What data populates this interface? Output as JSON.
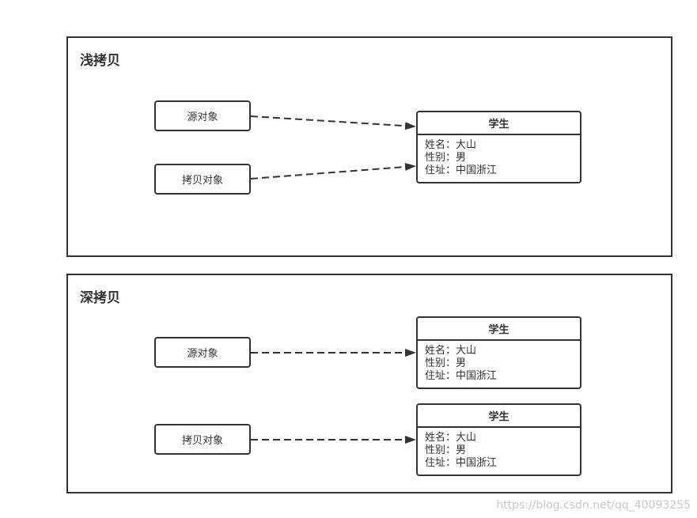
{
  "shallow": {
    "title": "浅拷贝",
    "source_label": "源对象",
    "copy_label": "拷贝对象",
    "student": {
      "name": "学生",
      "attrs": [
        "姓名：大山",
        "性别：男",
        "住址：中国浙江"
      ]
    }
  },
  "deep": {
    "title": "深拷贝",
    "source_label": "源对象",
    "copy_label": "拷贝对象",
    "student_source": {
      "name": "学生",
      "attrs": [
        "姓名：大山",
        "性别：男",
        "住址：中国浙江"
      ]
    },
    "student_copy": {
      "name": "学生",
      "attrs": [
        "姓名：大山",
        "性别：男",
        "住址：中国浙江"
      ]
    }
  },
  "watermark": "https://blog.csdn.net/qq_40093255",
  "colors": {
    "stroke": "#333333",
    "watermark": "#c8c8c8"
  }
}
